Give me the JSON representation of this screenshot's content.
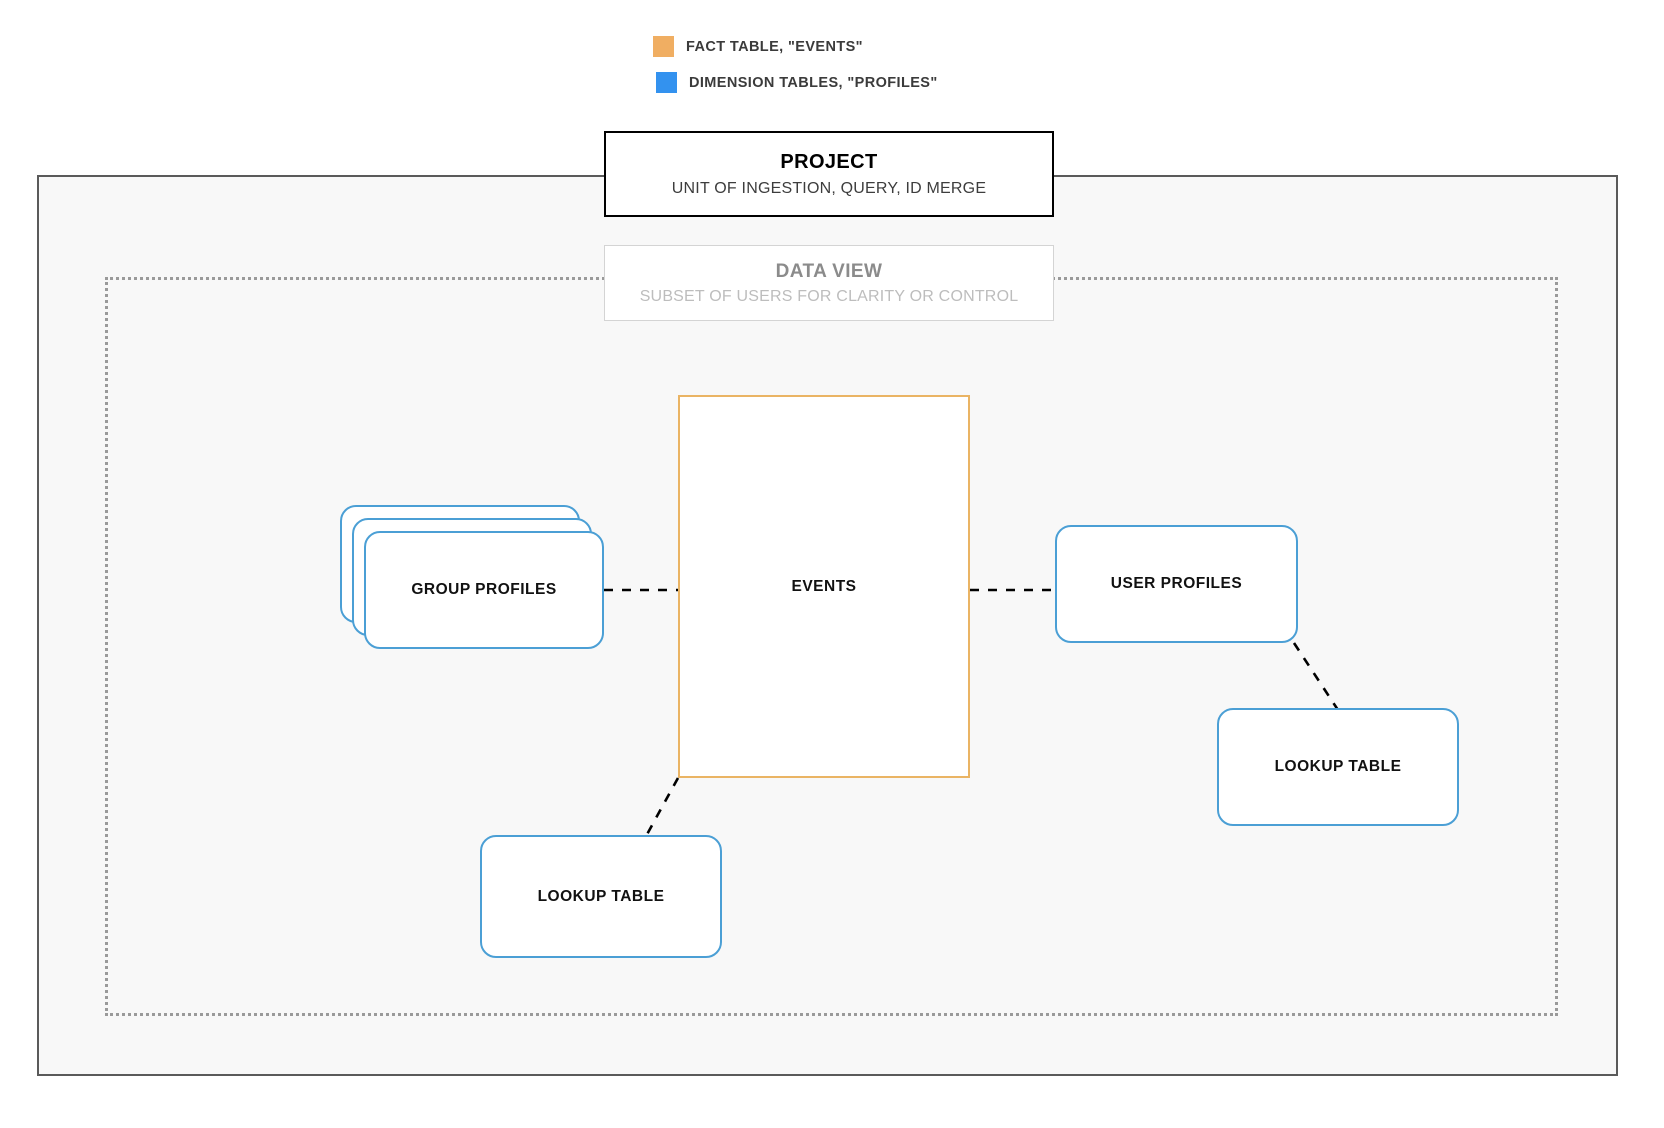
{
  "legend": {
    "items": [
      {
        "label": "FACT TABLE, \"EVENTS\"",
        "color": "#f0ae62",
        "icon": "orange-square-swatch"
      },
      {
        "label": "DIMENSION TABLES, \"PROFILES\"",
        "color": "#3392ef",
        "icon": "blue-square-swatch"
      }
    ]
  },
  "project": {
    "title": "PROJECT",
    "subtitle": "UNIT OF INGESTION, QUERY, ID MERGE"
  },
  "data_view": {
    "title": "DATA VIEW",
    "subtitle": "SUBSET OF USERS FOR CLARITY OR CONTROL"
  },
  "nodes": {
    "events": {
      "label": "EVENTS",
      "kind": "fact-table",
      "border_color": "#eab464"
    },
    "group_profiles": {
      "label": "GROUP PROFILES",
      "kind": "dimension-table-stack",
      "border_color": "#4b9fd5",
      "stack_count": 3
    },
    "user_profiles": {
      "label": "USER PROFILES",
      "kind": "dimension-table",
      "border_color": "#4b9fd5"
    },
    "lookup_table_left": {
      "label": "LOOKUP TABLE",
      "kind": "dimension-table",
      "border_color": "#4b9fd5"
    },
    "lookup_table_right": {
      "label": "LOOKUP TABLE",
      "kind": "dimension-table",
      "border_color": "#4b9fd5"
    }
  },
  "connectors": [
    {
      "from": "group_profiles",
      "to": "events",
      "style": "dashed"
    },
    {
      "from": "events",
      "to": "user_profiles",
      "style": "dashed"
    },
    {
      "from": "events",
      "to": "lookup_table_left",
      "style": "dashed"
    },
    {
      "from": "user_profiles",
      "to": "lookup_table_right",
      "style": "dashed"
    }
  ],
  "colors": {
    "fact": "#f0ae62",
    "dimension": "#3392ef",
    "dimension_border": "#4b9fd5",
    "container_border": "#5a5a5a",
    "dataview_border": "#9a9a9a",
    "canvas": "#f8f8f8"
  }
}
